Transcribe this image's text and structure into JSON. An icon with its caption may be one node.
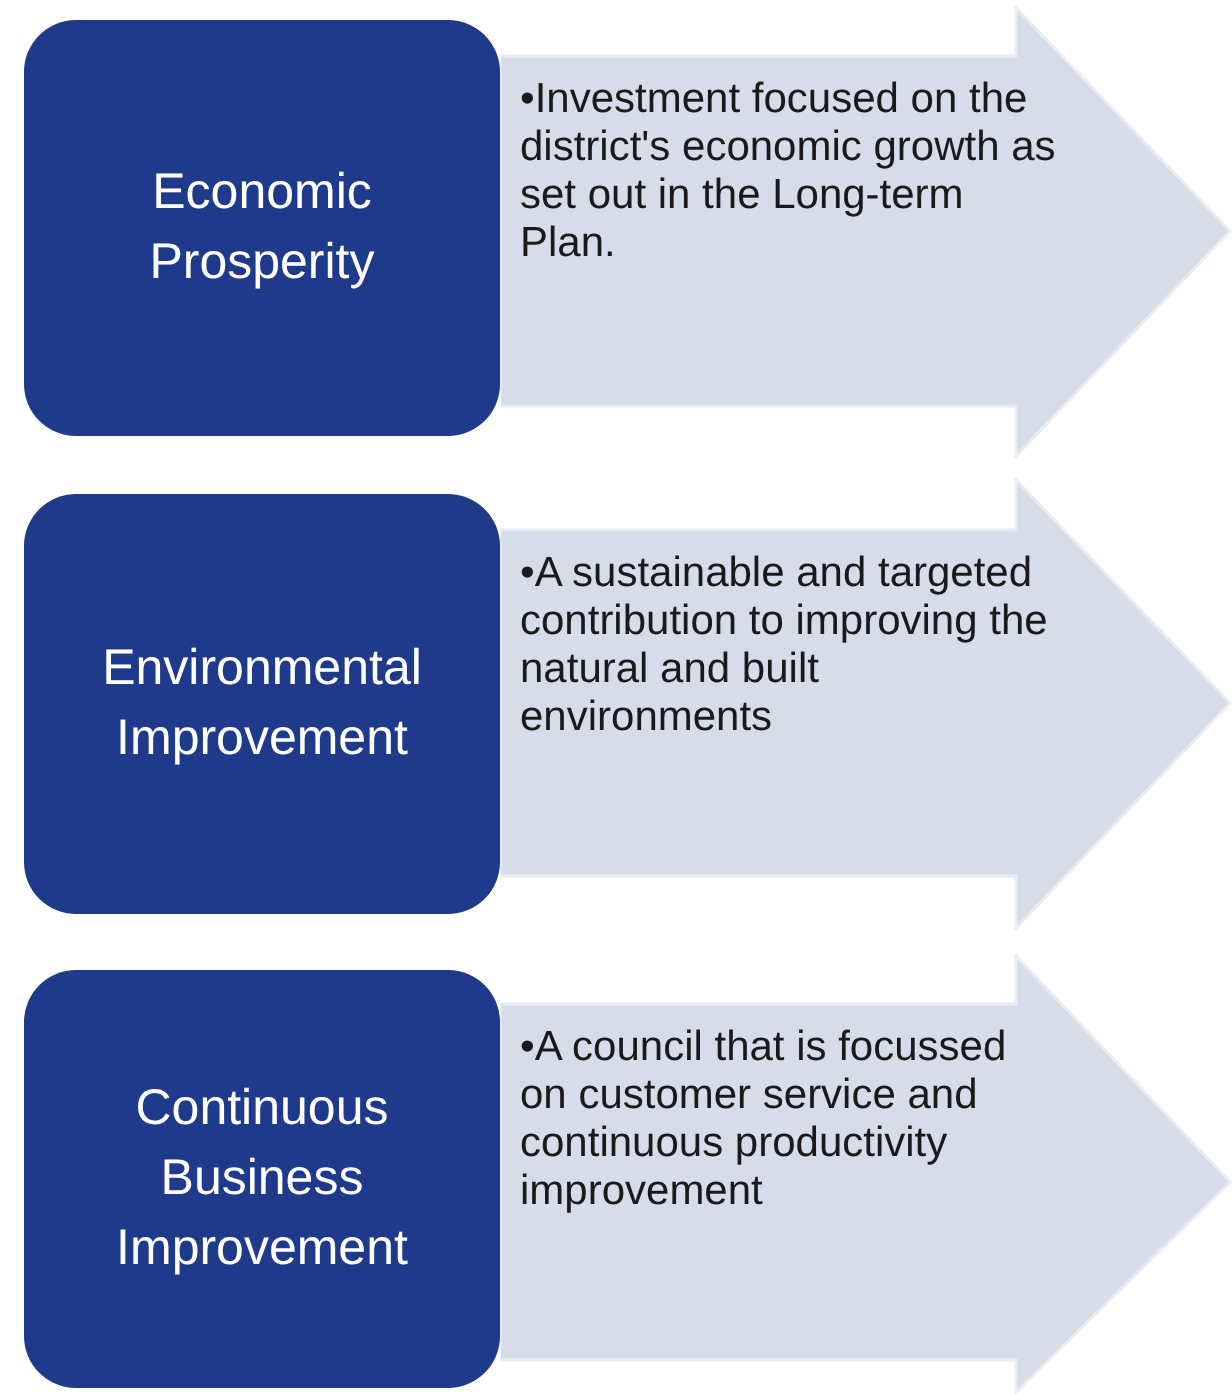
{
  "diagram": {
    "nodes": [
      {
        "text": [
          "Economic Prosperity"
        ]
      },
      {
        "text": [
          "•Investment focused on the district's economic growth as set out in the Long-term Plan."
        ]
      },
      {
        "text": [
          "Environmental Improvement"
        ]
      },
      {
        "text": [
          "•A sustainable and targeted contribution to improving the natural and built environments"
        ]
      },
      {
        "text": [
          "Continuous Business Improvement"
        ]
      },
      {
        "text": [
          "•A council that is focussed on customer service and continuous productivity improvement"
        ]
      }
    ]
  }
}
